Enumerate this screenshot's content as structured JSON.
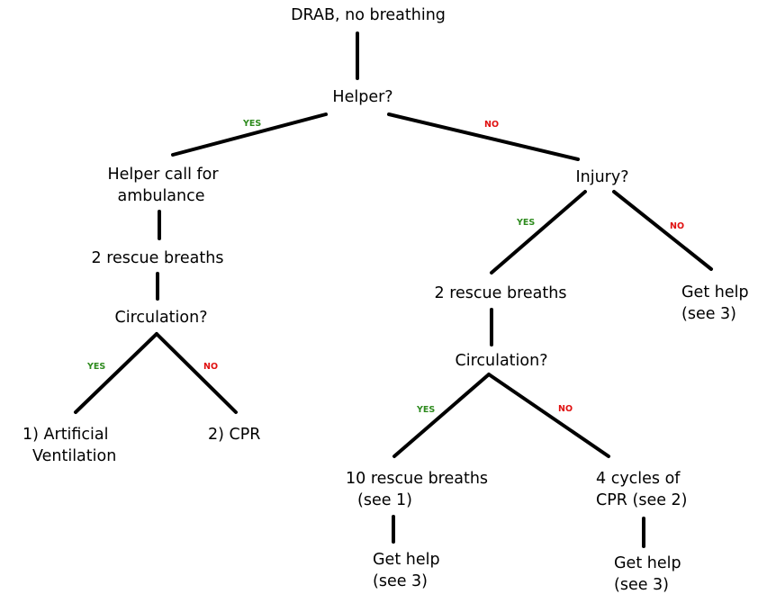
{
  "colors": {
    "yes": "#2e8b1e",
    "no": "#e01010",
    "line": "#000000",
    "text": "#000000"
  },
  "nodes": {
    "start": "DRAB, no breathing",
    "helper_question": "Helper?",
    "helper_call_line1": "Helper call for",
    "helper_call_line2": "ambulance",
    "left_rescue_breaths": "2 rescue breaths",
    "left_circulation": "Circulation?",
    "artificial_ventilation_line1": "1) Artificial",
    "artificial_ventilation_line2": "Ventilation",
    "cpr": "2) CPR",
    "injury_question": "Injury?",
    "right_rescue_breaths": "2 rescue breaths",
    "get_help_injury_line1": "Get help",
    "get_help_injury_line2": "(see 3)",
    "right_circulation": "Circulation?",
    "ten_rescue_breaths_line1": "10 rescue breaths",
    "ten_rescue_breaths_line2": "(see 1)",
    "four_cycles_line1": "4 cycles of",
    "four_cycles_line2": "CPR (see 2)",
    "get_help_after_breaths_line1": "Get help",
    "get_help_after_breaths_line2": "(see 3)",
    "get_help_after_cpr_line1": "Get help",
    "get_help_after_cpr_line2": "(see 3)"
  },
  "branch_labels": {
    "helper_yes": "YES",
    "helper_no": "NO",
    "left_circulation_yes": "YES",
    "left_circulation_no": "NO",
    "injury_yes": "YES",
    "injury_no": "NO",
    "right_circulation_yes": "YES",
    "right_circulation_no": "NO"
  }
}
